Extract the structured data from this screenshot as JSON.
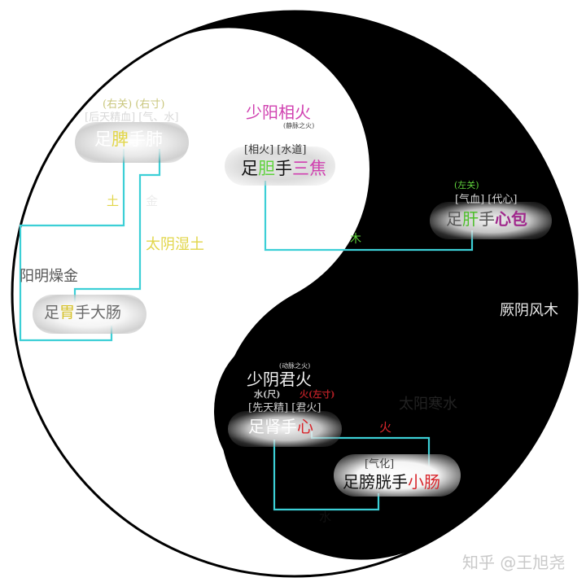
{
  "colors": {
    "black": "#000000",
    "white": "#ffffff",
    "line": "#3ccfd6",
    "yellow": "#e2d64a",
    "olive": "#c9c67c",
    "green": "#5fd23c",
    "magenta": "#d040b0",
    "purple": "#a0288c",
    "red": "#d8262c",
    "grey_text": "#d8d8d8"
  },
  "upper_white_eye": {
    "title": "少阳相火",
    "subtitle": "(静脉之火)",
    "tags": "[相火] [水道]",
    "organ": {
      "prefix": "足",
      "foot": "胆",
      "hand_mark": "手",
      "hand": "三焦"
    }
  },
  "spleen_group": {
    "pulse": "(右关) (右寸)",
    "tags": "[后天精血] [气、水]",
    "organ": {
      "prefix": "足",
      "foot": "脾",
      "hand_mark": "手",
      "hand": "肺"
    },
    "element_left": "土",
    "element_right": "金"
  },
  "taiyin_label": "太阴湿土",
  "yangming_label": "阳明燥金",
  "stomach_group": {
    "organ": {
      "prefix": "足",
      "foot": "胃",
      "hand_mark": "手",
      "hand": "大肠"
    }
  },
  "liver_group": {
    "pulse": "(左关)",
    "tags": "[气血] [代心]",
    "organ": {
      "prefix": "足",
      "foot": "肝",
      "hand_mark": "手",
      "hand": "心包"
    },
    "element": "木"
  },
  "jueyin_label": "厥阴风木",
  "lower_black_eye": {
    "subtitle": "(动脉之火)",
    "title": "少阴君火",
    "pulse_water": "水(尺)",
    "pulse_fire": "火(左寸)",
    "tags": "[先天精] [君火]",
    "organ": {
      "prefix": "足",
      "foot": "肾",
      "hand_mark": "手",
      "hand": "心"
    }
  },
  "taiyang_label": "太阳寒水",
  "bladder_group": {
    "tags": "[气化]",
    "organ": {
      "prefix": "足",
      "foot": "膀胱",
      "hand_mark": "手",
      "hand": "小肠"
    },
    "element_fire": "火",
    "element_water": "水"
  },
  "watermark": "知乎 @王旭尧"
}
